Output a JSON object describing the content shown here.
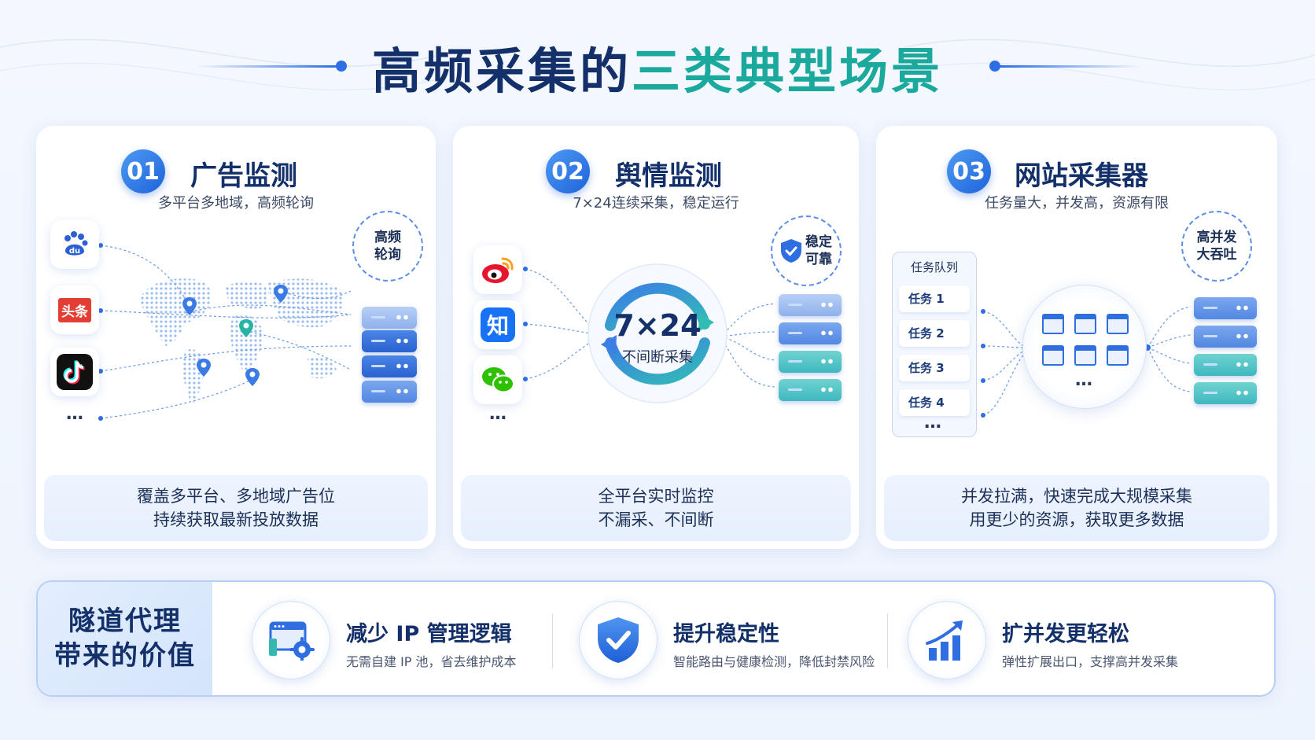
{
  "title": {
    "part1": "高频采集的",
    "part2": "三类典型场景"
  },
  "colors": {
    "navy": "#14306a",
    "teal": "#1aa99c",
    "blue": "#2d6ee6"
  },
  "cards": [
    {
      "num": "01",
      "title": "广告监测",
      "subtitle": "多平台多地域，高频轮询",
      "badge": [
        "高频",
        "轮询"
      ],
      "platforms": [
        "baidu-icon",
        "toutiao-icon",
        "douyin-icon"
      ],
      "platform_labels": {
        "toutiao": "头条",
        "baidu": "du"
      },
      "more": "…",
      "footer": [
        "覆盖多平台、多地域广告位",
        "持续获取最新投放数据"
      ]
    },
    {
      "num": "02",
      "title": "舆情监测",
      "subtitle": "7×24连续采集，稳定运行",
      "badge": [
        "稳定",
        "可靠"
      ],
      "platforms": [
        "weibo-icon",
        "zhihu-icon",
        "wechat-icon"
      ],
      "platform_labels": {
        "zhihu": "知"
      },
      "more": "…",
      "center_big": "7×24",
      "center_small": "不间断采集",
      "footer": [
        "全平台实时监控",
        "不漏采、不间断"
      ]
    },
    {
      "num": "03",
      "title": "网站采集器",
      "subtitle": "任务量大，并发高，资源有限",
      "badge": [
        "高并发",
        "大吞吐"
      ],
      "queue_title": "任务队列",
      "tasks": [
        "任务 1",
        "任务 2",
        "任务 3",
        "任务 4"
      ],
      "more": "…",
      "pool_more": "…",
      "footer": [
        "并发拉满，快速完成大规模采集",
        "用更少的资源，获取更多数据"
      ]
    }
  ],
  "bottom": {
    "label": [
      "隧道代理",
      "带来的价值"
    ],
    "values": [
      {
        "icon": "browser-gear-icon",
        "title": "减少 IP 管理逻辑",
        "desc": "无需自建 IP 池，省去维护成本"
      },
      {
        "icon": "shield-check-icon",
        "title": "提升稳定性",
        "desc": "智能路由与健康检测，降低封禁风险"
      },
      {
        "icon": "bar-chart-up-icon",
        "title": "扩并发更轻松",
        "desc": "弹性扩展出口，支撑高并发采集"
      }
    ]
  }
}
